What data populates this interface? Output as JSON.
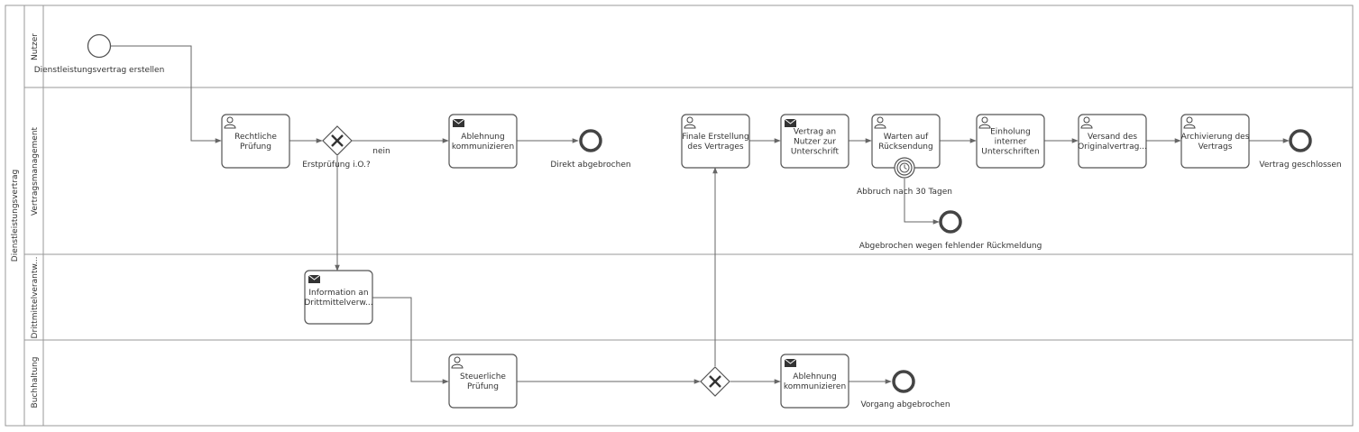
{
  "pool": {
    "label": "Dienstleistungsvertrag"
  },
  "lanes": [
    {
      "id": "nutzer",
      "label": "Nutzer"
    },
    {
      "id": "vertragsmanagement",
      "label": "Vertragsmanagement"
    },
    {
      "id": "drittmittel",
      "label": "Drittmittelverantw..."
    },
    {
      "id": "buchhaltung",
      "label": "Buchhaltung"
    }
  ],
  "events": {
    "start": {
      "label": "Dienstleistungsvertrag erstellen"
    },
    "end_direkt": {
      "label": "Direkt abgebrochen"
    },
    "end_geschlossen": {
      "label": "Vertrag geschlossen"
    },
    "end_rueckmeldung": {
      "label": "Abgebrochen wegen fehlender Rückmeldung"
    },
    "end_vorgang": {
      "label": "Vorgang abgebrochen"
    },
    "timer": {
      "label": "Abbruch nach 30 Tagen"
    }
  },
  "gateways": {
    "erstpruefung": {
      "label": "Erstprüfung i.O.?"
    },
    "buchhaltung": {
      "label": ""
    }
  },
  "flow_labels": {
    "nein": "nein"
  },
  "tasks": {
    "rechtliche": {
      "type": "user",
      "lines": [
        "Rechtliche",
        "Prüfung"
      ]
    },
    "ablehnung1": {
      "type": "message",
      "lines": [
        "Ablehnung",
        "kommunizieren"
      ]
    },
    "finale": {
      "type": "user",
      "lines": [
        "Finale Erstellung",
        "des Vertrages"
      ]
    },
    "vertrag_an": {
      "type": "message",
      "lines": [
        "Vertrag an",
        "Nutzer zur",
        "Unterschrift"
      ]
    },
    "warten": {
      "type": "user",
      "lines": [
        "Warten auf",
        "Rücksendung"
      ]
    },
    "einholung": {
      "type": "user",
      "lines": [
        "Einholung",
        "interner",
        "Unterschriften"
      ]
    },
    "versand": {
      "type": "user",
      "lines": [
        "Versand des",
        "Originalvertrag..."
      ]
    },
    "archivierung": {
      "type": "user",
      "lines": [
        "Archivierung des",
        "Vertrags"
      ]
    },
    "information": {
      "type": "message",
      "lines": [
        "Information an",
        "Drittmittelverw..."
      ]
    },
    "steuerliche": {
      "type": "user",
      "lines": [
        "Steuerliche",
        "Prüfung"
      ]
    },
    "ablehnung2": {
      "type": "message",
      "lines": [
        "Ablehnung",
        "kommunizieren"
      ]
    }
  }
}
